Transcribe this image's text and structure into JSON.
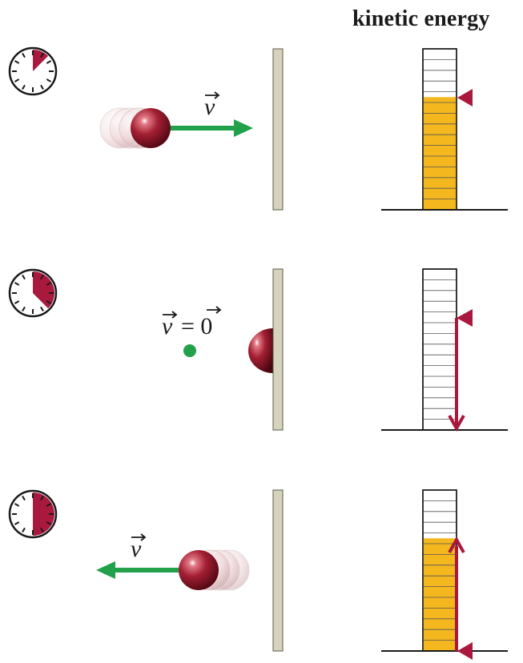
{
  "title": "kinetic energy",
  "colors": {
    "ball": "#9a1f2e",
    "velocity_arrow": "#22a04a",
    "energy_fill": "#f4b71d",
    "marker": "#a8193d",
    "wall": "#d6d3bd",
    "clock_sector": "#a8193d"
  },
  "panels": [
    {
      "velocity_label": "v",
      "velocity_label_suffix": "",
      "clock_fraction": 0.125,
      "energy_level": 0.7,
      "ball_state": "moving-right"
    },
    {
      "velocity_label": "v",
      "velocity_label_suffix": "= 0",
      "clock_fraction": 0.375,
      "energy_level": 0.0,
      "ball_state": "compressed-at-wall"
    },
    {
      "velocity_label": "v",
      "velocity_label_suffix": "",
      "clock_fraction": 0.5,
      "energy_level": 0.7,
      "ball_state": "moving-left"
    }
  ]
}
